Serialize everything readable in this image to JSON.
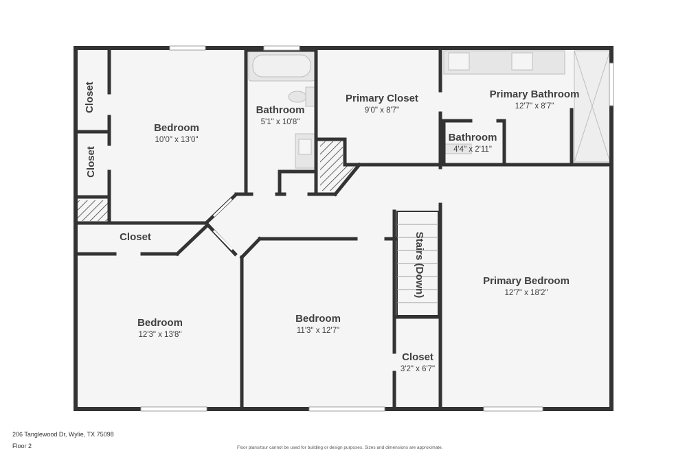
{
  "rooms": {
    "closet_upper": {
      "name": "Closet"
    },
    "closet_middle": {
      "name": "Closet"
    },
    "bedroom_nw": {
      "name": "Bedroom",
      "dims": "10'0\" x 13'0\""
    },
    "bathroom": {
      "name": "Bathroom",
      "dims": "5'1\" x 10'8\""
    },
    "primary_closet": {
      "name": "Primary Closet",
      "dims": "9'0\" x 8'7\""
    },
    "primary_bathroom": {
      "name": "Primary Bathroom",
      "dims": "12'7\" x 8'7\""
    },
    "small_bathroom": {
      "name": "Bathroom",
      "dims": "4'4\" x 2'11\""
    },
    "closet_hall": {
      "name": "Closet"
    },
    "stairs": {
      "name": "Stairs (Down)"
    },
    "primary_bedroom": {
      "name": "Primary Bedroom",
      "dims": "12'7\" x 18'2\""
    },
    "bedroom_sw": {
      "name": "Bedroom",
      "dims": "12'3\" x 13'8\""
    },
    "bedroom_s": {
      "name": "Bedroom",
      "dims": "11'3\" x 12'7\""
    },
    "closet_small": {
      "name": "Closet",
      "dims": "3'2\" x 6'7\""
    }
  },
  "footer": {
    "address": "206 Tanglewood Dr, Wylie, TX 75098",
    "floor": "Floor 2",
    "disclaimer": "Floor plans/tour cannot be used for building or design purposes. Sizes and dimensions are approximate."
  },
  "colors": {
    "wall": "#333333",
    "floor": "#f5f5f5",
    "fixture": "#e6e6e6",
    "text": "#404040"
  }
}
